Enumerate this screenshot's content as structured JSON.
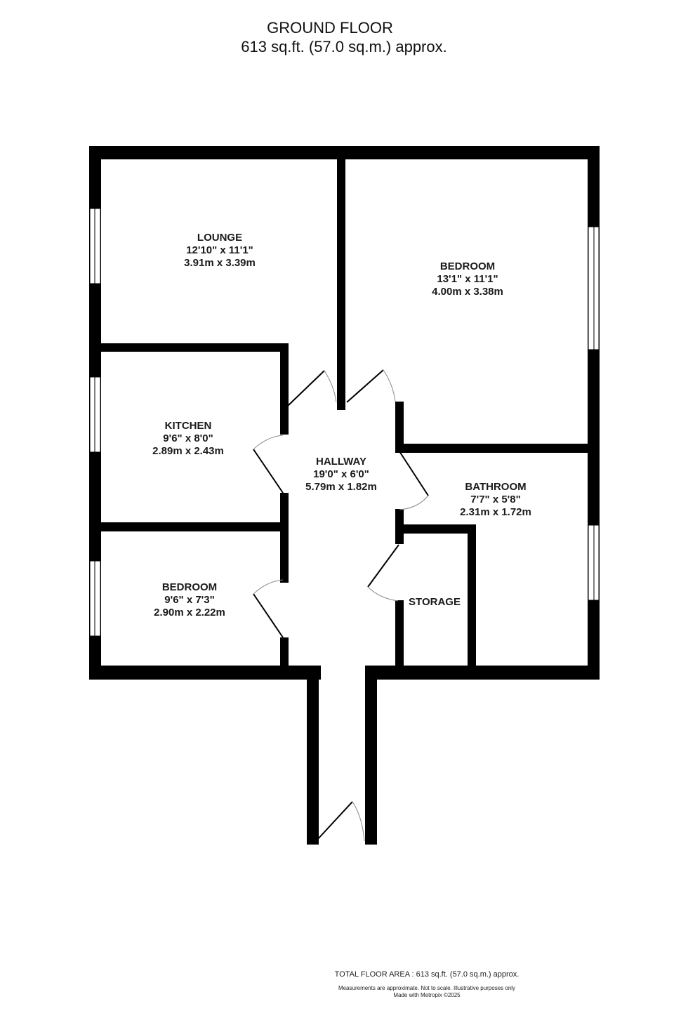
{
  "header": {
    "floor_label": "GROUND FLOOR",
    "floor_area": "613 sq.ft. (57.0 sq.m.) approx."
  },
  "rooms": {
    "lounge": {
      "name": "LOUNGE",
      "imperial": "12'10\"  x 11'1\"",
      "metric": "3.91m  x 3.39m"
    },
    "bedroom1": {
      "name": "BEDROOM",
      "imperial": "13'1\"  x 11'1\"",
      "metric": "4.00m  x 3.38m"
    },
    "kitchen": {
      "name": "KITCHEN",
      "imperial": "9'6\"  x 8'0\"",
      "metric": "2.89m  x 2.43m"
    },
    "hallway": {
      "name": "HALLWAY",
      "imperial": "19'0\"  x 6'0\"",
      "metric": "5.79m  x 1.82m"
    },
    "bathroom": {
      "name": "BATHROOM",
      "imperial": "7'7\"  x 5'8\"",
      "metric": "2.31m  x 1.72m"
    },
    "storage": {
      "name": "STORAGE"
    },
    "bedroom2": {
      "name": "BEDROOM",
      "imperial": "9'6\"  x 7'3\"",
      "metric": "2.90m  x 2.22m"
    }
  },
  "footer": {
    "total_area": "TOTAL FLOOR AREA : 613 sq.ft. (57.0 sq.m.) approx.",
    "disclaimer": "Measurements are approximate.  Not to scale.  Illustrative purposes only",
    "credit": "Made with Metropix ©2025"
  },
  "colors": {
    "wall": "#000000",
    "background": "#ffffff",
    "door_arc": "#888888"
  }
}
